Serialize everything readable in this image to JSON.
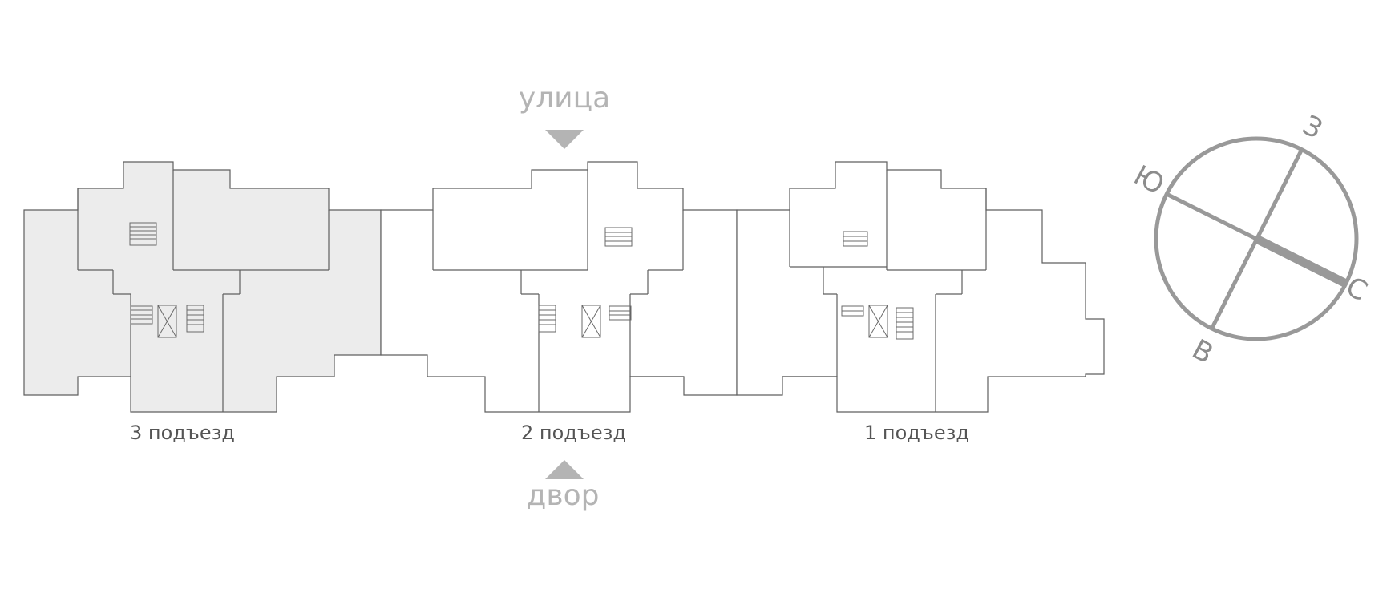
{
  "directions": {
    "top": "улица",
    "bottom": "двор"
  },
  "entrances": [
    {
      "label": "3 подъезд",
      "selected": true
    },
    {
      "label": "2 подъезд",
      "selected": false
    },
    {
      "label": "1 подъезд",
      "selected": false
    }
  ],
  "compass": {
    "north": "С",
    "south": "Ю",
    "east": "В",
    "west": "З"
  },
  "colors": {
    "selected_fill": "#ececec",
    "line": "#5f5f5f",
    "label": "#b4b4b4",
    "compass": "#999999"
  }
}
